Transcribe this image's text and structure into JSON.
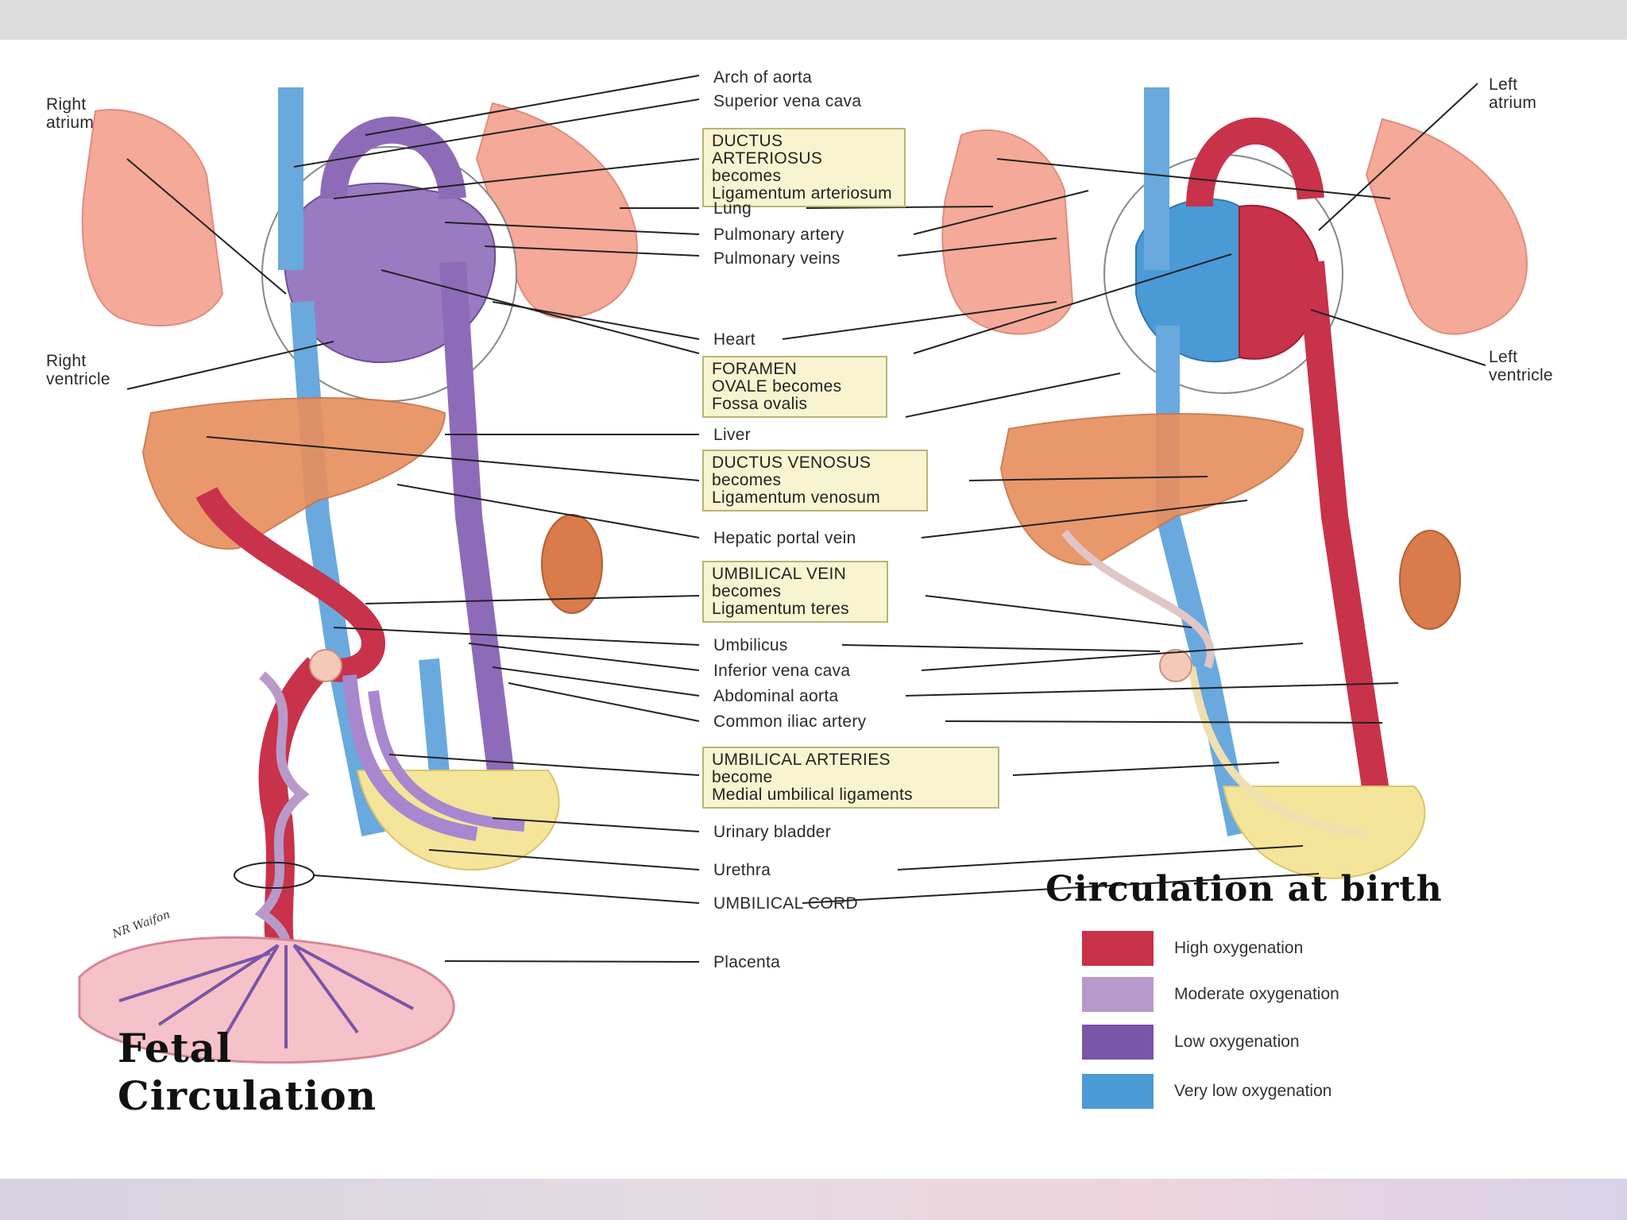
{
  "labels": {
    "right_atrium": "Right\natrium",
    "right_ventricle": "Right\nventricle",
    "left_atrium": "Left\natrium",
    "left_ventricle": "Left\nventricle",
    "arch_of_aorta": "Arch of aorta",
    "superior_vena_cava": "Superior vena cava",
    "lung": "Lung",
    "pulmonary_artery": "Pulmonary artery",
    "pulmonary_veins": "Pulmonary veins",
    "heart": "Heart",
    "liver": "Liver",
    "hepatic_portal_vein": "Hepatic portal vein",
    "umbilicus": "Umbilicus",
    "inferior_vena_cava": "Inferior vena cava",
    "abdominal_aorta": "Abdominal aorta",
    "common_iliac_artery": "Common iliac artery",
    "urinary_bladder": "Urinary bladder",
    "urethra": "Urethra",
    "umbilical_cord": "UMBILICAL CORD",
    "placenta": "Placenta"
  },
  "boxes": {
    "ductus_arteriosus": "DUCTUS ARTERIOSUS\nbecomes\nLigamentum arteriosum",
    "foramen_ovale": "FORAMEN\nOVALE becomes\nFossa ovalis",
    "ductus_venosus": "DUCTUS VENOSUS\nbecomes\nLigamentum venosum",
    "umbilical_vein": "UMBILICAL VEIN\nbecomes\nLigamentum teres",
    "umbilical_arteries": "UMBILICAL ARTERIES\nbecome\nMedial umbilical ligaments"
  },
  "titles": {
    "fetal": "Fetal\nCirculation",
    "birth": "Circulation at birth"
  },
  "legend": [
    {
      "label": "High oxygenation",
      "color": "#c8324a"
    },
    {
      "label": "Moderate oxygenation",
      "color": "#b79ac9"
    },
    {
      "label": "Low oxygenation",
      "color": "#7a55a8"
    },
    {
      "label": "Very low oxygenation",
      "color": "#4a9ad6"
    }
  ],
  "signature": "NR Waifon"
}
